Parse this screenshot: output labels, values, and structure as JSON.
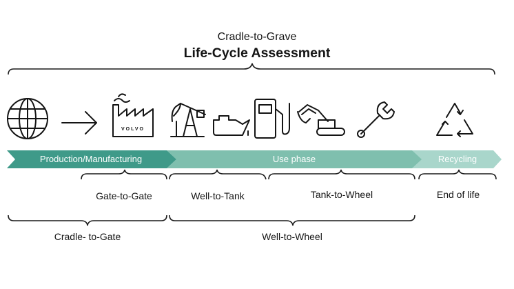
{
  "header": {
    "subtitle": "Cradle-to-Grave",
    "title": "Life-Cycle Assessment"
  },
  "factory_text": "VOLVO",
  "phases": [
    {
      "label": "Production/Manufacturing",
      "color": "#3f9a89"
    },
    {
      "label": "Use phase",
      "color": "#7fbfae"
    },
    {
      "label": "Recycling",
      "color": "#a9d6cb"
    }
  ],
  "scopes": {
    "gate_to_gate": "Gate-to-Gate",
    "well_to_tank": "Well-to-Tank",
    "tank_to_wheel": "Tank-to-Wheel",
    "end_of_life": "End of life",
    "cradle_to_gate": "Cradle- to-Gate",
    "well_to_wheel": "Well-to-Wheel"
  },
  "icons": [
    "globe-icon",
    "arrow-right-icon",
    "factory-icon",
    "oil-pump-icon",
    "oil-can-icon",
    "fuel-pump-icon",
    "excavator-icon",
    "wrench-icon",
    "recycle-icon"
  ]
}
